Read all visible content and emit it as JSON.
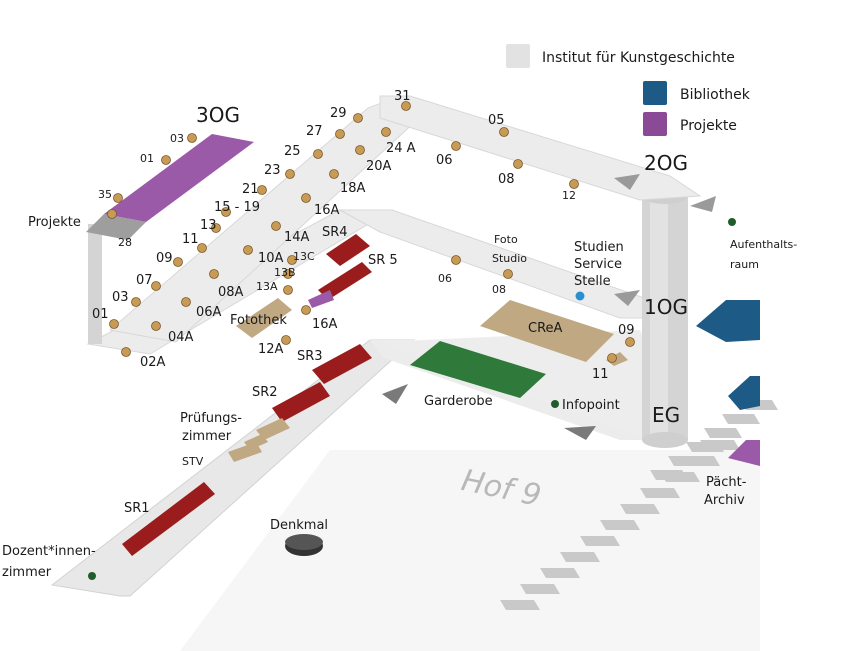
{
  "legend": [
    {
      "label": "Institut für Kunstgeschichte",
      "color": "#e2e2e2"
    },
    {
      "label": "Bibliothek",
      "color": "#1d5a86"
    },
    {
      "label": "Projekte",
      "color": "#8a4a96"
    }
  ],
  "colors": {
    "corridor": "#ededed",
    "corridor_edge": "#cfcfcf",
    "seminar_room": "#9a1c1c",
    "project_room": "#9b5aa8",
    "library": "#1d5a86",
    "garderobe": "#2f7a3a",
    "tan_room": "#bfa882",
    "grey_room": "#9e9e9e",
    "stairs": "#c9c9c9",
    "room_dot": "#c79a55",
    "green_dot": "#1f5e2a",
    "blue_dot": "#2a8fd0",
    "arrow": "#7a7a7a"
  },
  "floors": {
    "og3": "3OG",
    "og2": "2OG",
    "og1": "1OG",
    "eg": "EG"
  },
  "courtyard": "Hof 9",
  "labels": {
    "projekte": "Projekte",
    "seminar_1": "SR1",
    "seminar_2": "SR2",
    "seminar_3": "SR3",
    "seminar_4": "SR4",
    "seminar_5": "SR 5",
    "pruefungszimmer_1": "Prüfungs-",
    "pruefungszimmer_2": "zimmer",
    "stv": "STV",
    "dozent_1": "Dozent*innen-",
    "dozent_2": "zimmer",
    "denkmal": "Denkmal",
    "garderobe": "Garderobe",
    "infopoint": "Infopoint",
    "crea": "CReA",
    "fotothek": "Fotothek",
    "foto_1": "Foto",
    "foto_2": "Studio",
    "service_1": "Studien",
    "service_2": "Service",
    "service_3": "Stelle",
    "aufenthalt_1": "Aufenthalts-",
    "aufenthalt_2": "raum",
    "paecht_1": "Pächt-",
    "paecht_2": "Archiv"
  },
  "room_numbers": {
    "r01_3og": "01",
    "r03_3og": "03",
    "r35": "35",
    "r28": "28",
    "r13": "13",
    "r11": "11",
    "r09": "09",
    "r07": "07",
    "r03": "03",
    "r01": "01",
    "r15_19": "15 - 19",
    "r21": "21",
    "r23": "23",
    "r25": "25",
    "r27": "27",
    "r29": "29",
    "r31": "31",
    "r05": "05",
    "r06_top": "06",
    "r08_top": "08",
    "r12_top": "12",
    "r24a": "24 A",
    "r20a": "20A",
    "r18a": "18A",
    "r16a_top": "16A",
    "r14a": "14A",
    "r10a": "10A",
    "r08a": "08A",
    "r06a": "06A",
    "r04a": "04A",
    "r02a": "02A",
    "r13c": "13C",
    "r13b": "13B",
    "r13a": "13A",
    "r16a": "16A",
    "r12a": "12A",
    "r06_1og": "06",
    "r08_1og": "08",
    "r09_1og": "09",
    "r11_1og": "11"
  }
}
